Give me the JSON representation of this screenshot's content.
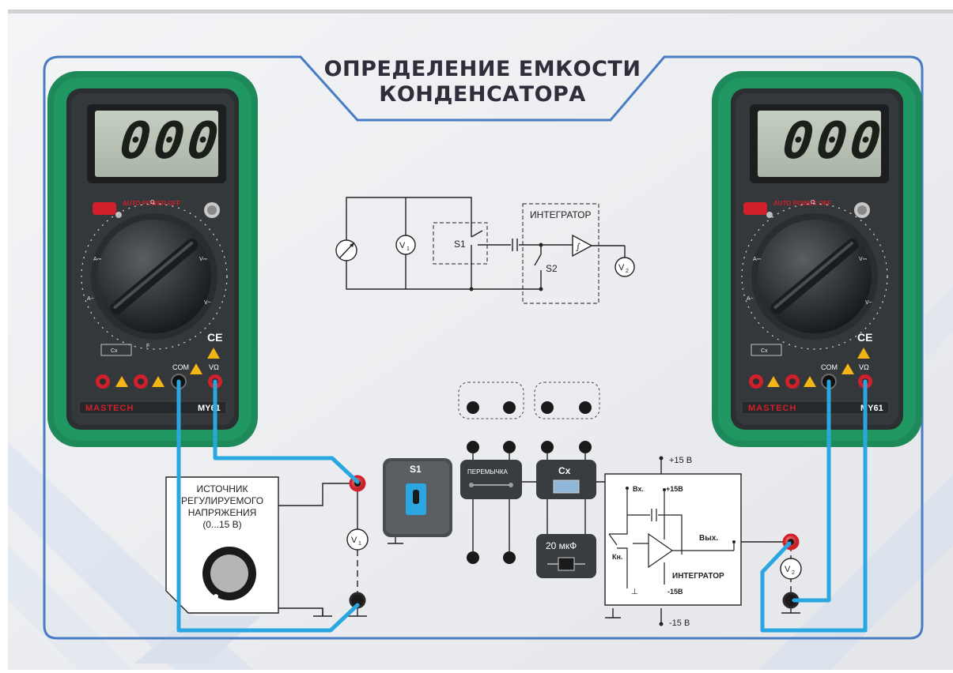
{
  "title": {
    "line1": "ОПРЕДЕЛЕНИЕ ЕМКОСТИ",
    "line2": "КОНДЕНСАТОРА"
  },
  "multimeter_left": {
    "display": "000",
    "power_label": "AUTO POWER OFF",
    "brand": "MASTECH",
    "model": "MY61",
    "com_label": "COM",
    "vohm_label": "VΩ",
    "cx_label": "Cx"
  },
  "multimeter_right": {
    "display": "000",
    "power_label": "AUTO POWER OFF",
    "brand": "MASTECH",
    "model": "MY61",
    "com_label": "COM",
    "vohm_label": "VΩ",
    "cx_label": "Cx"
  },
  "schematic": {
    "integrator_box_label": "ИНТЕГРАТОР",
    "s1_label": "S1",
    "s2_label": "S2",
    "v1_label": "V",
    "v1_sub": "1",
    "v2_label": "V",
    "v2_sub": "2",
    "integral_symbol": "∫"
  },
  "source": {
    "line1": "ИСТОЧНИК",
    "line2": "РЕГУЛИРУЕМОГО",
    "line3": "НАПРЯЖЕНИЯ",
    "line4": "(0...15 В)"
  },
  "modules": {
    "s1_label": "S1",
    "jumper_label": "ПЕРЕМЫЧКА",
    "cx_label": "Cx",
    "cap20_label": "20 мкФ"
  },
  "integrator": {
    "plus15_top": "+15 В",
    "minus15_bottom": "-15 В",
    "in_label": "Вх.",
    "plus15_inner": "+15В",
    "minus15_inner": "-15В",
    "kn_label": "Кн.",
    "out_label": "Вых.",
    "title": "ИНТЕГРАТОР"
  },
  "voltmeters": {
    "v1_label": "V",
    "v1_sub": "1",
    "v2_label": "V",
    "v2_sub": "2"
  },
  "colors": {
    "background": "#e9eaec",
    "frame": "#4a7cc3",
    "wire": "#2aa7e0",
    "meter_body": "#2b2f31",
    "meter_rubber": "#1e8a5a",
    "red_terminal": "#d1202b"
  }
}
